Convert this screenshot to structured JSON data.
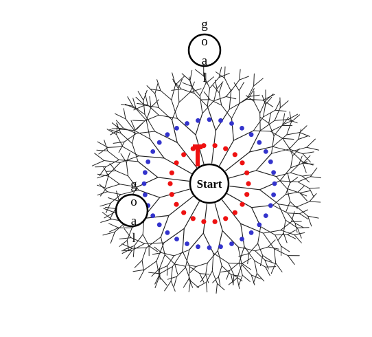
{
  "start": {
    "label": "Start"
  },
  "goals": [
    {
      "letters": [
        "g",
        "o",
        "a",
        "l"
      ]
    },
    {
      "letters": [
        "g",
        "o",
        "a",
        "l"
      ]
    }
  ],
  "colors": {
    "tree": "#222222",
    "inner_dots": "#ee1111",
    "outer_dots": "#3333cc",
    "start_marker": "#ee1111",
    "outline": "#000000"
  }
}
